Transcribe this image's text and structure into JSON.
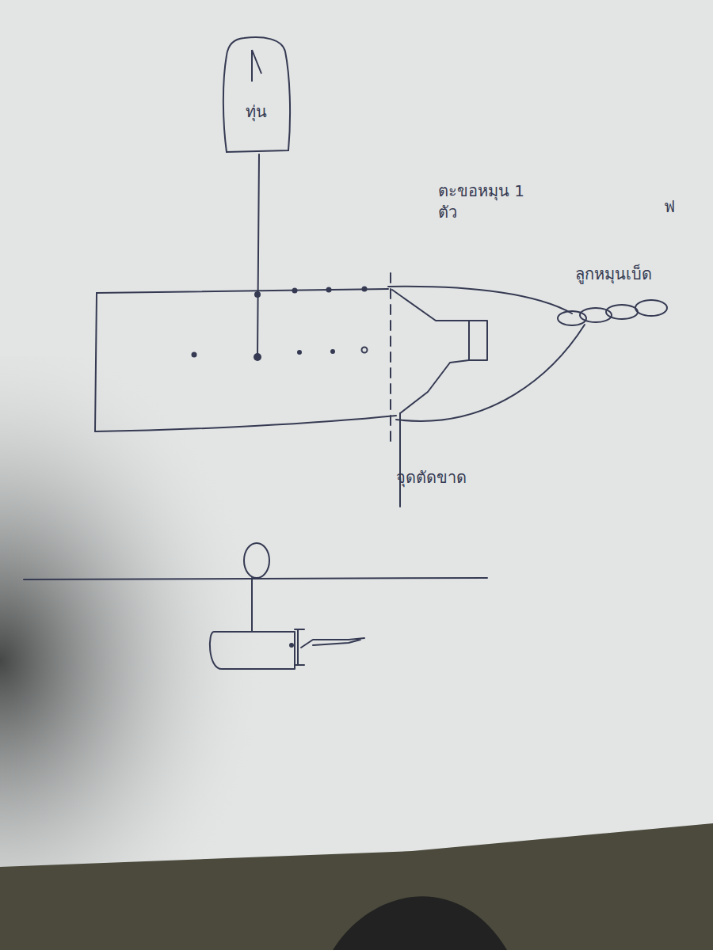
{
  "diagram": {
    "nodes": [
      {
        "text": [
          "ทุ่น"
        ]
      }
    ],
    "labels": [
      "ตะขอหมุน 1 ตัว",
      "ฟ",
      "ลูกหมุนเบ็ด",
      "จุดตัดขาด"
    ]
  }
}
